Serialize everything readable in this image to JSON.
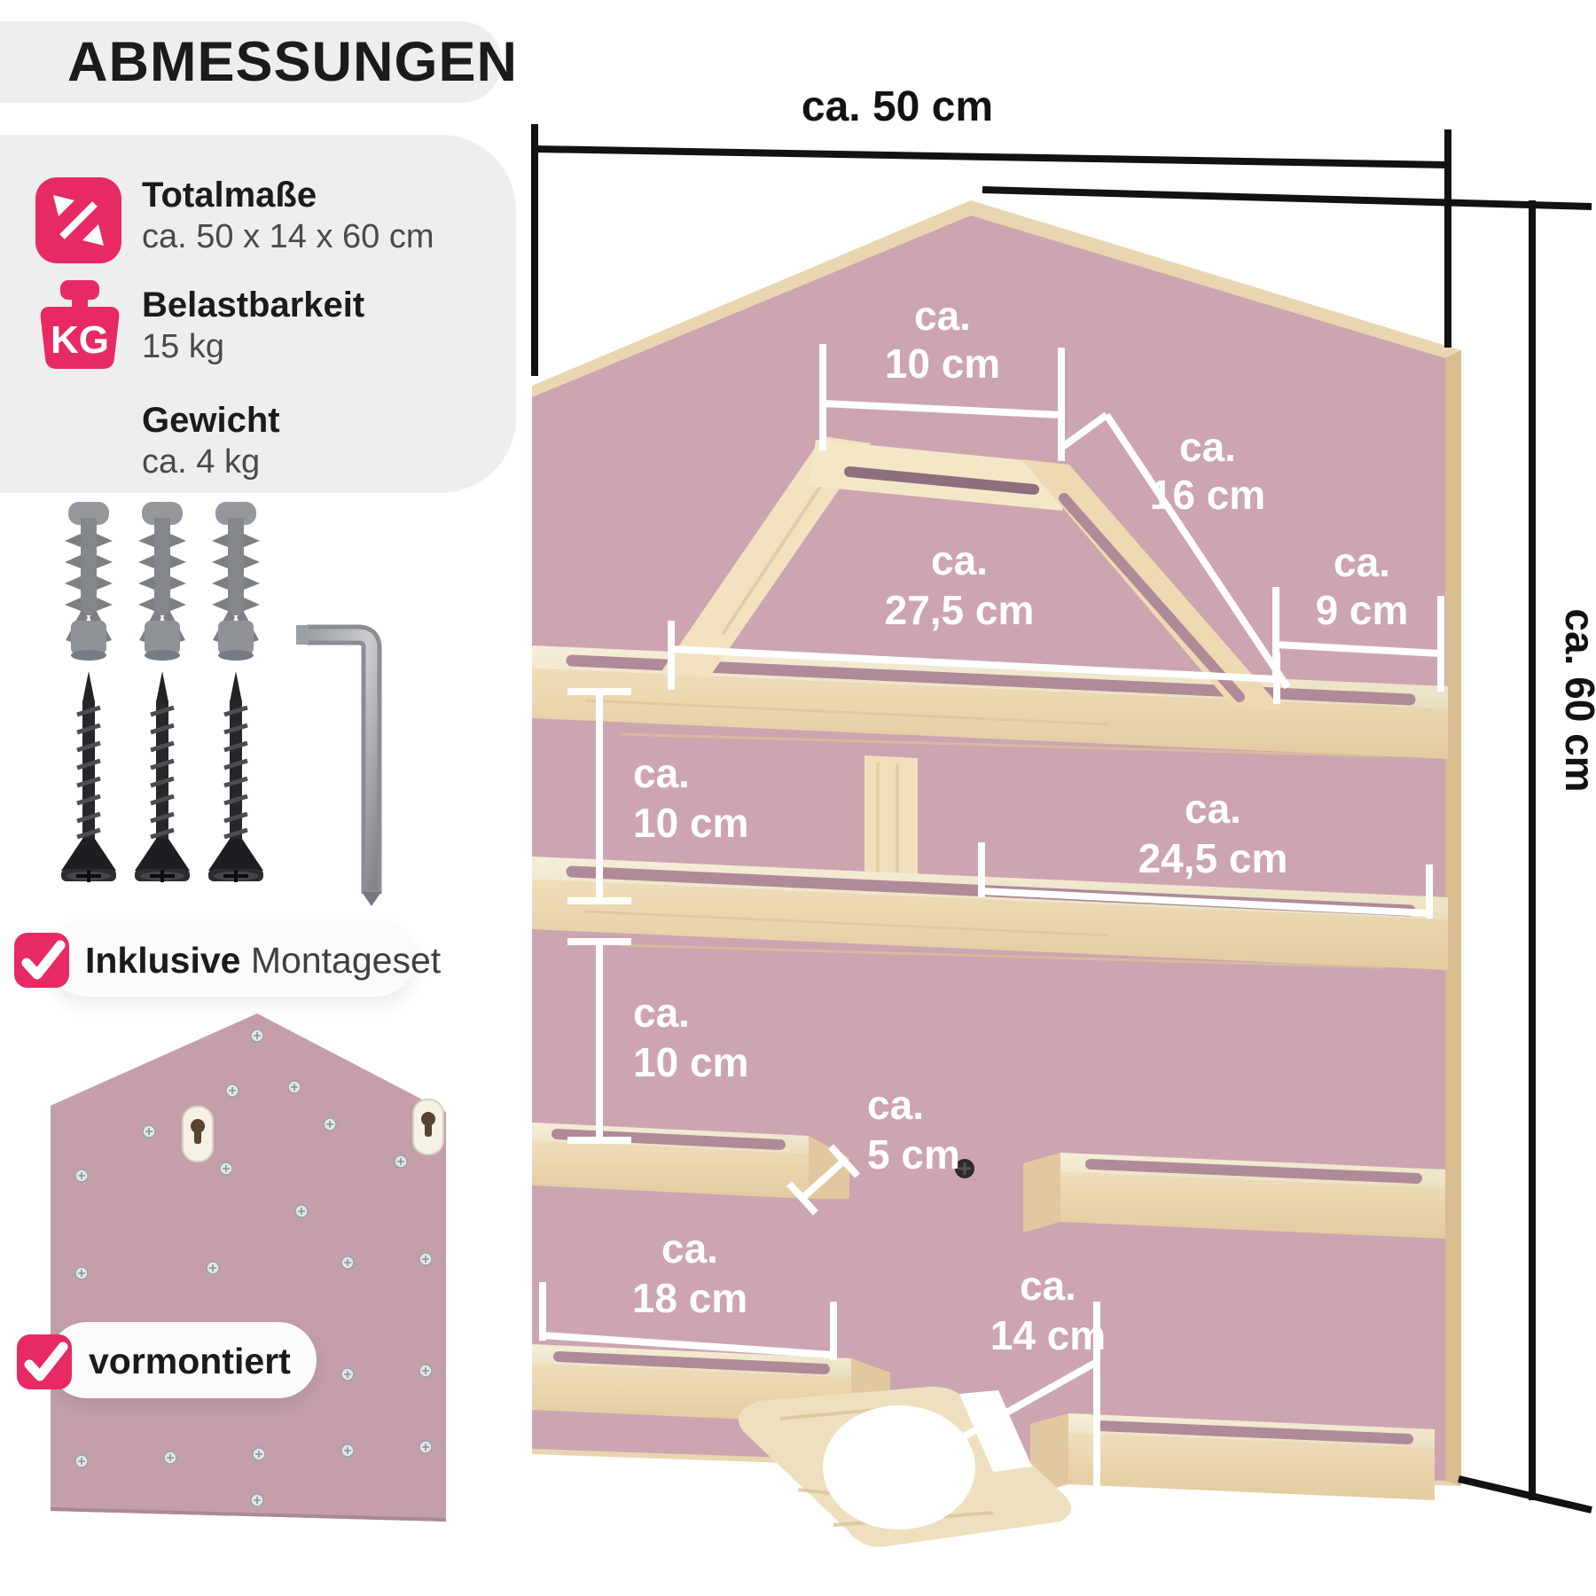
{
  "title": "ABMESSUNGEN",
  "colors": {
    "accent_pink": "#e72a63",
    "panel_gray": "#efeeee",
    "board_pink": "#cca5b1",
    "mini_board_pink": "#c49fa9",
    "wood_light": "#f2e6c9",
    "wood_mid": "#ecd8b2",
    "dim_line_white": "#ffffff",
    "dim_line_black": "#121212"
  },
  "specs": [
    {
      "icon": "dimensions-arrows-icon",
      "label": "Totalmaße",
      "value": "ca. 50 x 14 x 60 cm"
    },
    {
      "icon": "kg-weight-icon",
      "label": "Belastbarkeit",
      "value": "15 kg"
    },
    {
      "icon": "none",
      "label": "Gewicht",
      "value": "ca. 4 kg"
    }
  ],
  "kg_icon_label": "KG",
  "badges": {
    "montage": {
      "bold": "Inklusive",
      "regular": "Montageset"
    },
    "premounted": {
      "bold": "vormontiert"
    }
  },
  "dims": {
    "total_width": "ca. 50 cm",
    "total_height": "ca. 60 cm",
    "roof_top_prefix": "ca.",
    "roof_top": "10 cm",
    "roof_right_prefix": "ca.",
    "roof_right": "16 cm",
    "top_shelf_prefix": "ca.",
    "top_shelf": "27,5 cm",
    "top_right_prefix": "ca.",
    "top_right": "9 cm",
    "gap1_prefix": "ca.",
    "gap1": "10 cm",
    "mid_shelf_prefix": "ca.",
    "mid_shelf": "24,5 cm",
    "gap2_prefix": "ca.",
    "gap2": "10 cm",
    "small_shelf_prefix": "ca.",
    "small_shelf": "5 cm",
    "bottom_shelf_prefix": "ca.",
    "bottom_shelf": "18 cm",
    "bottom_right_prefix": "ca.",
    "bottom_right": "14 cm"
  }
}
